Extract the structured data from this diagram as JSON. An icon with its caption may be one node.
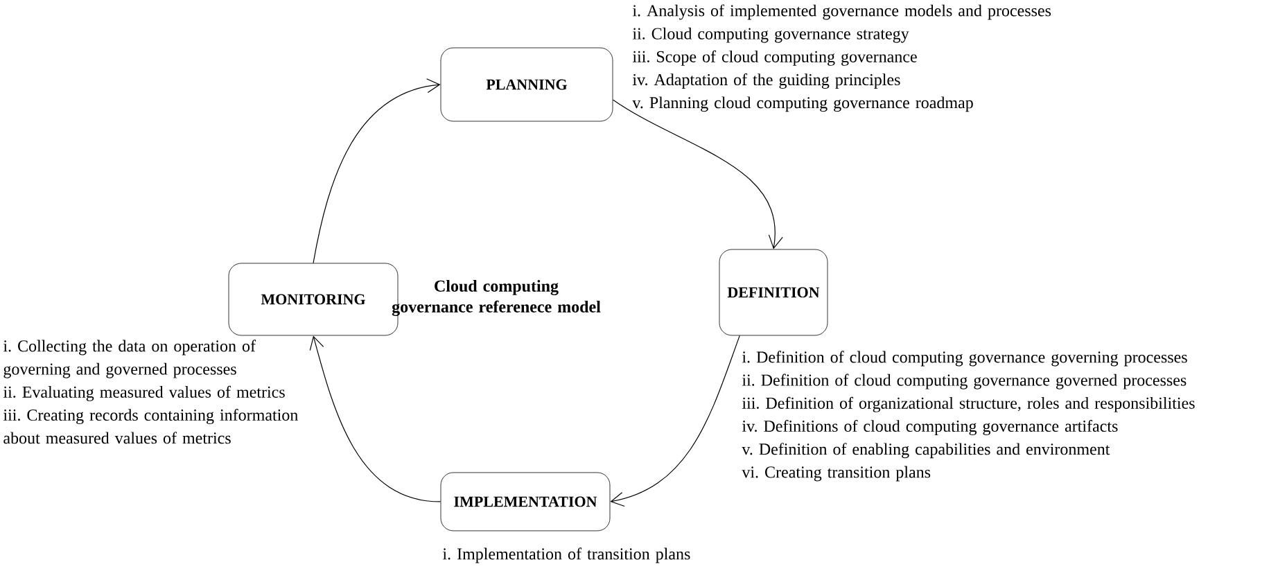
{
  "diagram": {
    "nodes": [
      {
        "text": [
          "PLANNING"
        ],
        "beside": [
          "i. Analysis of implemented governance models and processes",
          "ii. Cloud computing governance strategy",
          "iii. Scope of cloud computing governance",
          "iv. Adaptation of the guiding principles",
          "v. Planning cloud computing governance roadmap"
        ]
      },
      {
        "text": [
          "DEFINITION"
        ],
        "beside": [
          "i. Definition of cloud computing governance governing processes",
          "ii. Definition of cloud computing governance governed processes",
          "iii. Definition of organizational structure, roles and responsibilities",
          "iv. Definitions of cloud computing governance artifacts",
          "v. Definition of enabling capabilities and environment",
          "vi. Creating transition plans"
        ]
      },
      {
        "text": [
          "IMPLEMENTATION"
        ],
        "beside": [
          "i. Implementation of transition plans"
        ]
      },
      {
        "text": [
          "MONITORING"
        ],
        "beside": [
          "i. Collecting the data on operation of governing and governed processes",
          "ii. Evaluating measured values of metrics",
          "iii. Creating records containing information about measured values of metrics"
        ]
      }
    ],
    "edges": [
      {
        "from": 0,
        "to": 1,
        "arrow": "to"
      },
      {
        "from": 1,
        "to": 2,
        "arrow": "to"
      },
      {
        "from": 2,
        "to": 3,
        "arrow": "to"
      },
      {
        "from": 3,
        "to": 0,
        "arrow": "to"
      }
    ],
    "labels": [
      "Cloud computing governance referenece model"
    ]
  }
}
